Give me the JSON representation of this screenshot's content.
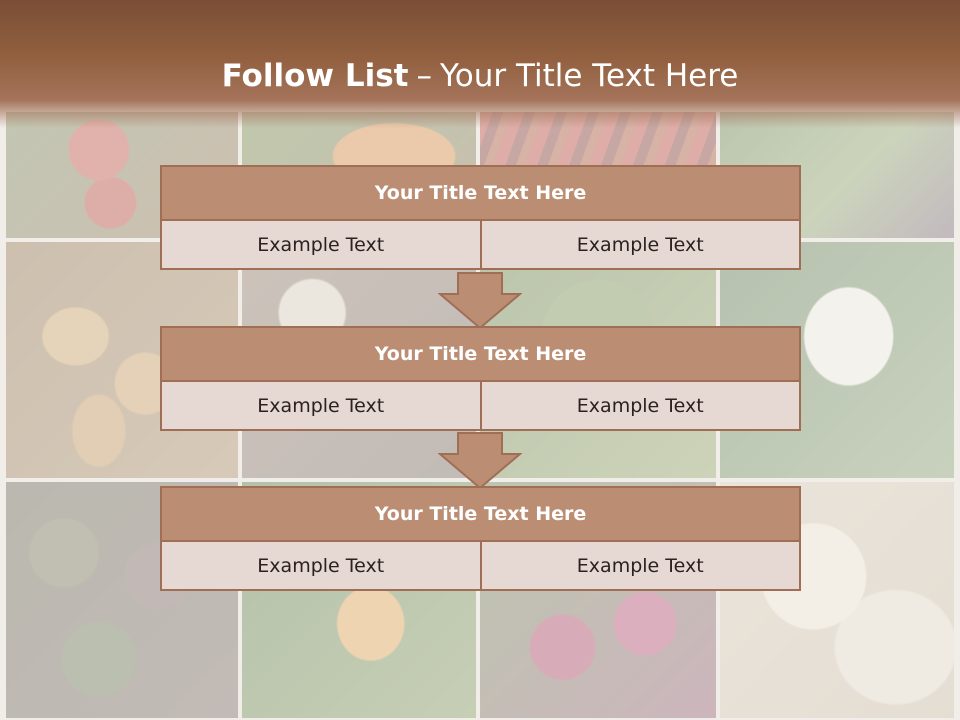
{
  "slide": {
    "title_strong": "Follow List",
    "title_separator": "–",
    "title_rest": "Your Title Text Here"
  },
  "flow": {
    "blocks": [
      {
        "title": "Your Title Text Here",
        "left": "Example Text",
        "right": "Example Text"
      },
      {
        "title": "Your Title Text Here",
        "left": "Example Text",
        "right": "Example Text"
      },
      {
        "title": "Your Title Text Here",
        "left": "Example Text",
        "right": "Example Text"
      }
    ]
  },
  "colors": {
    "header_brown": "#8a5a3c",
    "block_title_fill": "#bb8e73",
    "block_border": "#a06d55",
    "cell_fill": "#e6d8d3",
    "arrow_fill": "#bb8e73"
  },
  "background": {
    "tiles": [
      "tomatoes-photo",
      "squash-photo",
      "chili-peppers-photo",
      "greens-photo",
      "potatoes-photo",
      "mushrooms-photo",
      "broccoli-photo",
      "cauliflower-photo",
      "artichokes-photo",
      "zucchini-flowers-photo",
      "red-onions-photo",
      "garlic-photo"
    ]
  }
}
